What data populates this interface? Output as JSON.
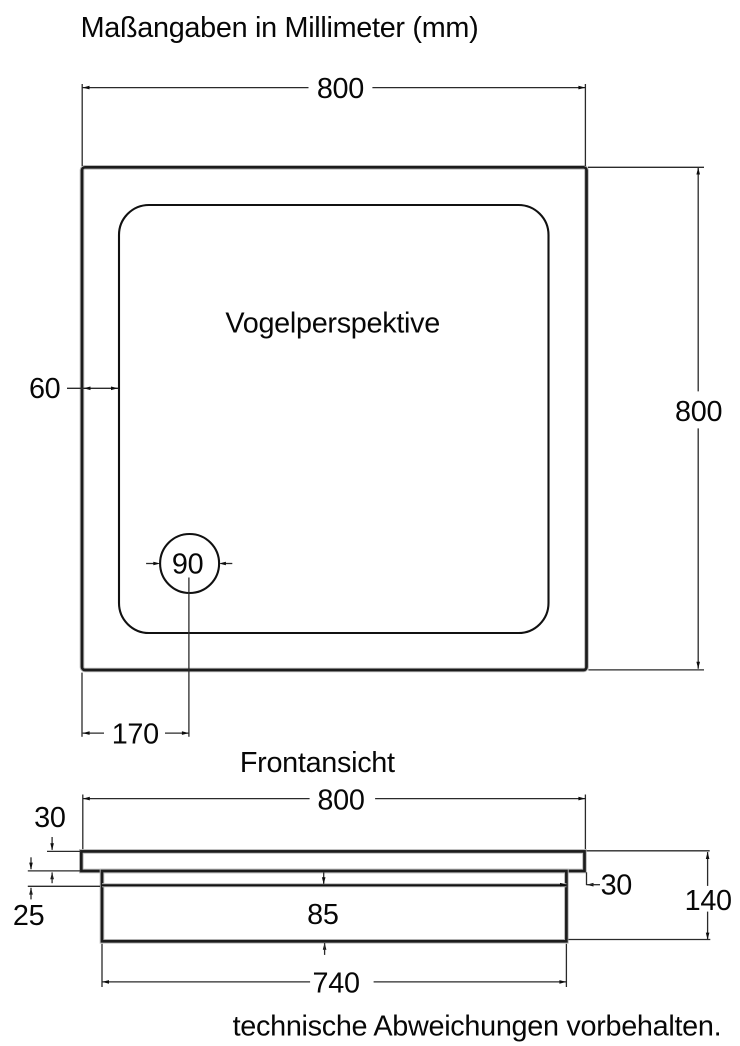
{
  "title": "Maßangaben in Millimeter (mm)",
  "footer": "technische Abweichungen vorbehalten.",
  "top_view": {
    "label": "Vogelperspektive",
    "dim_width": "800",
    "dim_height": "800",
    "dim_rim": "60",
    "dim_drain_diameter": "90",
    "dim_drain_offset": "170"
  },
  "front_view": {
    "label": "Frontansicht",
    "dim_width": "800",
    "dim_tray_thickness": "30",
    "dim_rim_drop": "25",
    "dim_apron_inset": "30",
    "dim_total_height": "140",
    "dim_apron_height": "85",
    "dim_base_width": "740"
  }
}
